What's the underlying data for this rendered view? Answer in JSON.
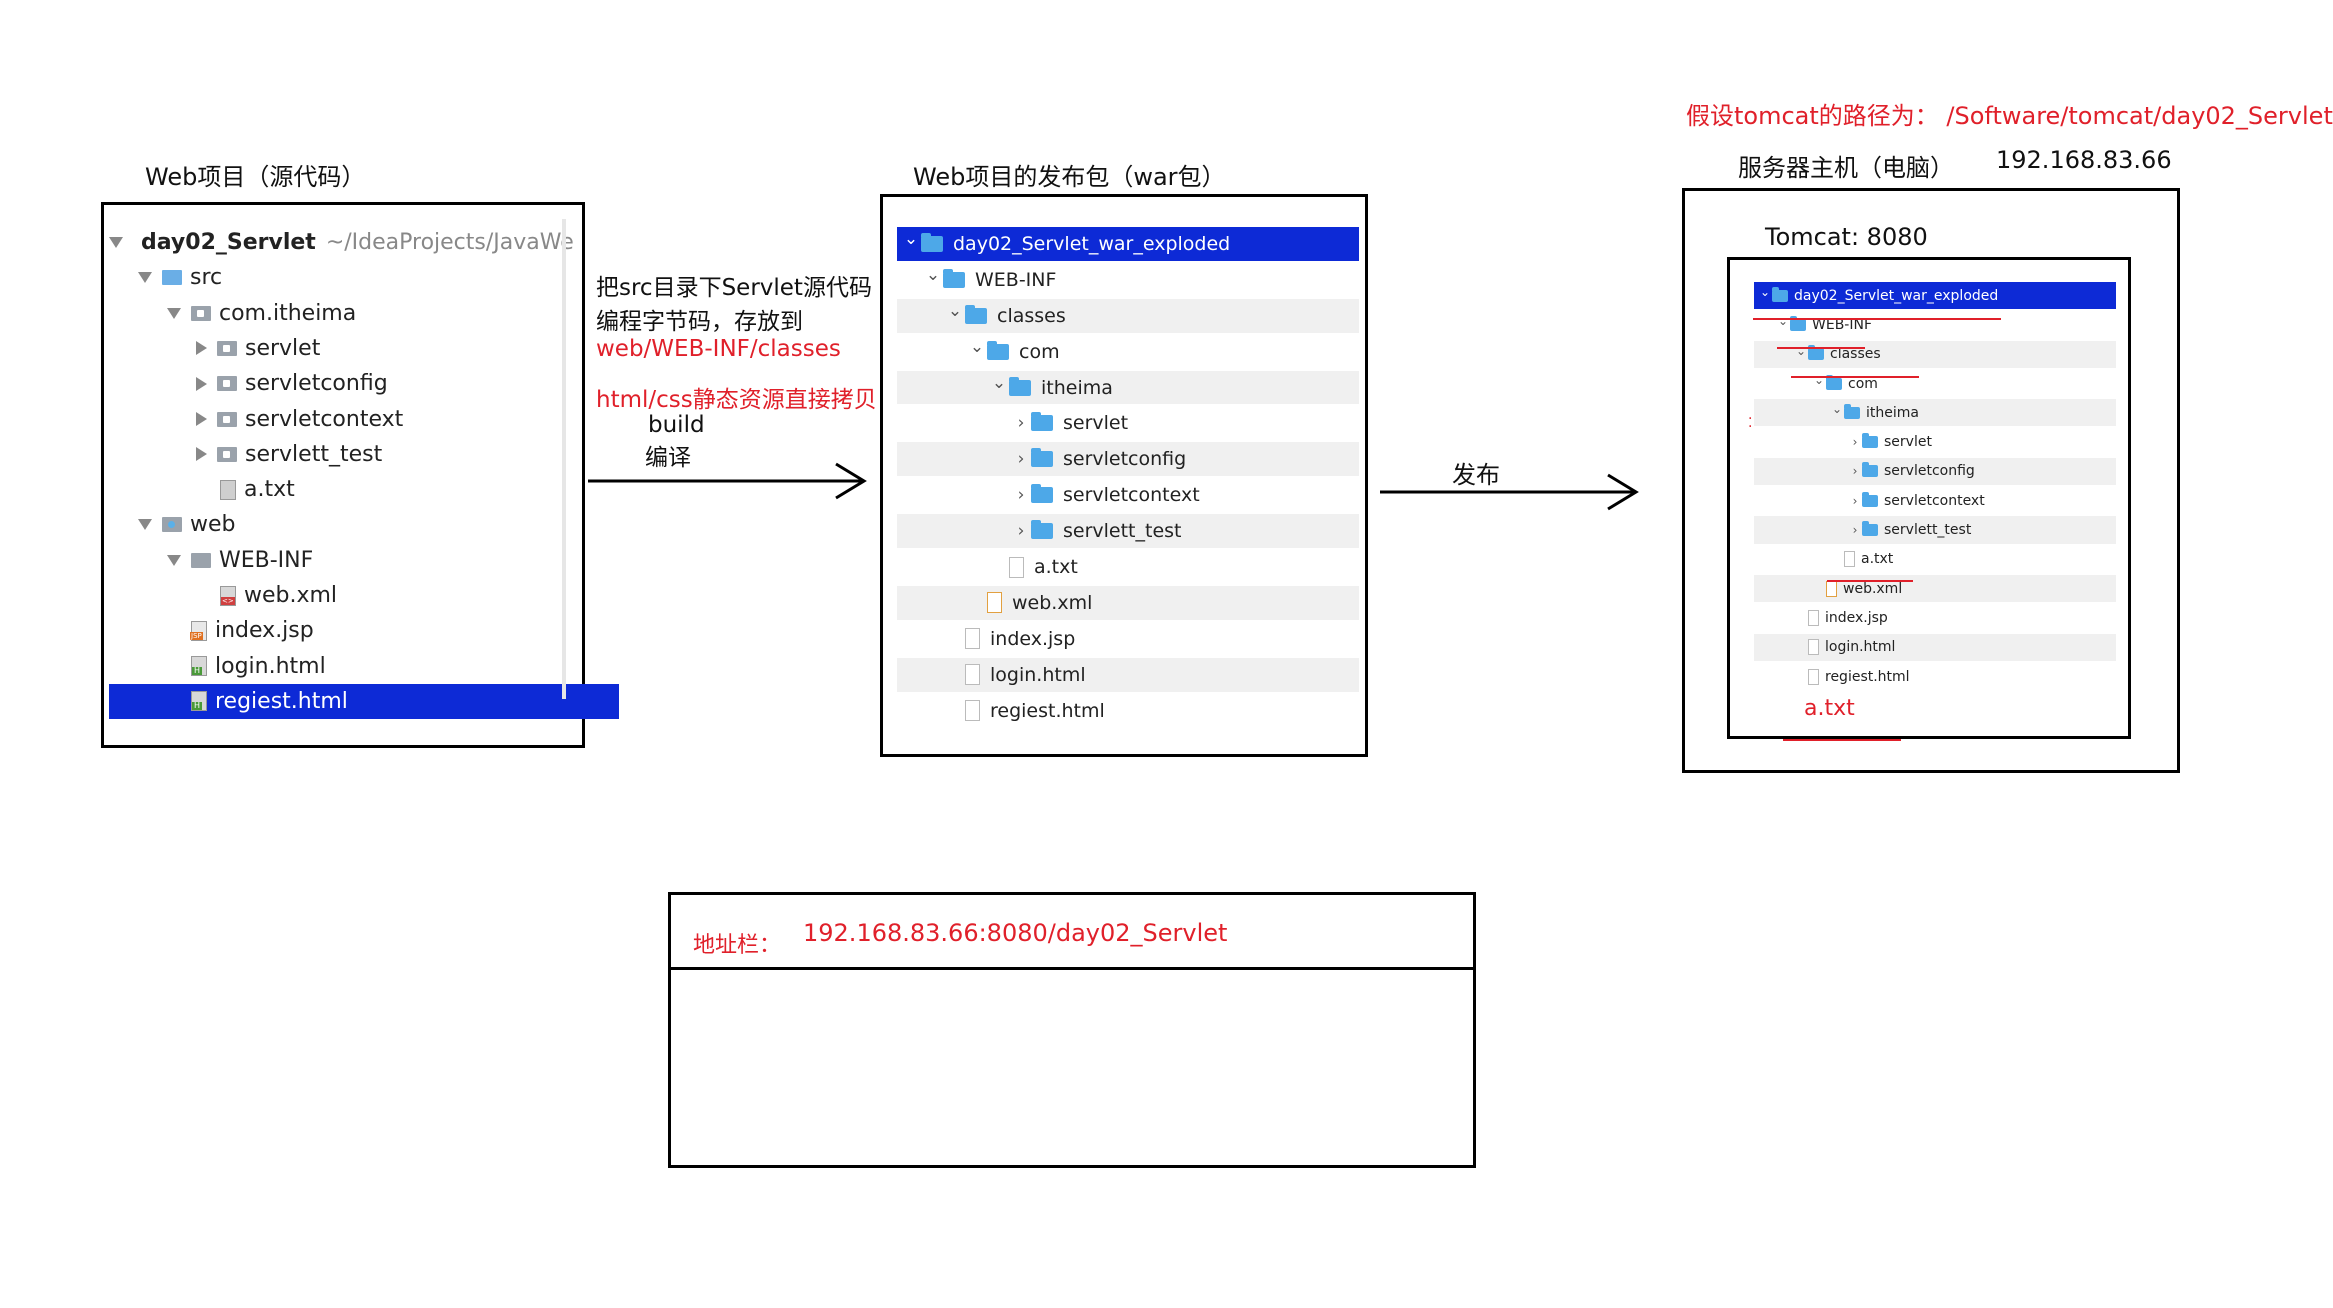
{
  "header_note": "假设tomcat的路径为：  /Software/tomcat/day02_Servlet",
  "panel_source": {
    "caption": "Web项目（源代码）",
    "tree": [
      {
        "label": "day02_Servlet",
        "suffix": "~/IdeaProjects/JavaWe",
        "indent": 0,
        "type": "project",
        "toggle": "down"
      },
      {
        "label": "src",
        "indent": 1,
        "type": "folder-blue",
        "toggle": "down"
      },
      {
        "label": "com.itheima",
        "indent": 2,
        "type": "package",
        "toggle": "down"
      },
      {
        "label": "servlet",
        "indent": 3,
        "type": "package",
        "toggle": "right"
      },
      {
        "label": "servletconfig",
        "indent": 3,
        "type": "package",
        "toggle": "right"
      },
      {
        "label": "servletcontext",
        "indent": 3,
        "type": "package",
        "toggle": "right"
      },
      {
        "label": "servlett_test",
        "indent": 3,
        "type": "package",
        "toggle": "right"
      },
      {
        "label": "a.txt",
        "indent": 3,
        "type": "txt",
        "toggle": "none"
      },
      {
        "label": "web",
        "indent": 1,
        "type": "web",
        "toggle": "down"
      },
      {
        "label": "WEB-INF",
        "indent": 2,
        "type": "folder",
        "toggle": "down"
      },
      {
        "label": "web.xml",
        "indent": 3,
        "type": "xml",
        "toggle": "none"
      },
      {
        "label": "index.jsp",
        "indent": 2,
        "type": "jsp",
        "toggle": "none"
      },
      {
        "label": "login.html",
        "indent": 2,
        "type": "html",
        "toggle": "none"
      },
      {
        "label": "regiest.html",
        "indent": 2,
        "type": "html",
        "toggle": "none",
        "selected": true
      }
    ]
  },
  "build_note": {
    "line1": "把src目录下Servlet源代码",
    "line2": "编程字节码，存放到",
    "line3": "web/WEB-INF/classes",
    "line4": "html/css静态资源直接拷贝",
    "line5": "build",
    "line6": "编译"
  },
  "panel_war": {
    "caption": "Web项目的发布包（war包）",
    "tree": [
      {
        "label": "day02_Servlet_war_exploded",
        "indent": 0,
        "type": "folder",
        "toggle": "v",
        "selected": true
      },
      {
        "label": "WEB-INF",
        "indent": 1,
        "type": "folder",
        "toggle": "v"
      },
      {
        "label": "classes",
        "indent": 2,
        "type": "folder",
        "toggle": "v"
      },
      {
        "label": "com",
        "indent": 3,
        "type": "folder",
        "toggle": "v"
      },
      {
        "label": "itheima",
        "indent": 4,
        "type": "folder",
        "toggle": "v"
      },
      {
        "label": "servlet",
        "indent": 5,
        "type": "folder",
        "toggle": ">"
      },
      {
        "label": "servletconfig",
        "indent": 5,
        "type": "folder",
        "toggle": ">"
      },
      {
        "label": "servletcontext",
        "indent": 5,
        "type": "folder",
        "toggle": ">"
      },
      {
        "label": "servlett_test",
        "indent": 5,
        "type": "folder",
        "toggle": ">"
      },
      {
        "label": "a.txt",
        "indent": 4,
        "type": "file",
        "toggle": ""
      },
      {
        "label": "web.xml",
        "indent": 3,
        "type": "xmlfile",
        "toggle": ""
      },
      {
        "label": "index.jsp",
        "indent": 2,
        "type": "file",
        "toggle": ""
      },
      {
        "label": "login.html",
        "indent": 2,
        "type": "file",
        "toggle": ""
      },
      {
        "label": "regiest.html",
        "indent": 2,
        "type": "file",
        "toggle": ""
      }
    ]
  },
  "publish_label": "发布",
  "panel_server": {
    "caption": "服务器主机（电脑）",
    "ip": "192.168.83.66",
    "tomcat_label": "Tomcat:  8080",
    "extra_file": "a.txt",
    "tree": [
      {
        "label": "day02_Servlet_war_exploded",
        "indent": 0,
        "type": "folder",
        "toggle": "v",
        "selected": true
      },
      {
        "label": "WEB-INF",
        "indent": 1,
        "type": "folder",
        "toggle": "v"
      },
      {
        "label": "classes",
        "indent": 2,
        "type": "folder",
        "toggle": "v"
      },
      {
        "label": "com",
        "indent": 3,
        "type": "folder",
        "toggle": "v"
      },
      {
        "label": "itheima",
        "indent": 4,
        "type": "folder",
        "toggle": "v"
      },
      {
        "label": "servlet",
        "indent": 5,
        "type": "folder",
        "toggle": ">"
      },
      {
        "label": "servletconfig",
        "indent": 5,
        "type": "folder",
        "toggle": ">"
      },
      {
        "label": "servletcontext",
        "indent": 5,
        "type": "folder",
        "toggle": ">"
      },
      {
        "label": "servlett_test",
        "indent": 5,
        "type": "folder",
        "toggle": ">"
      },
      {
        "label": "a.txt",
        "indent": 4,
        "type": "file",
        "toggle": ""
      },
      {
        "label": "web.xml",
        "indent": 3,
        "type": "xmlfile",
        "toggle": ""
      },
      {
        "label": "index.jsp",
        "indent": 2,
        "type": "file",
        "toggle": ""
      },
      {
        "label": "login.html",
        "indent": 2,
        "type": "file",
        "toggle": ""
      },
      {
        "label": "regiest.html",
        "indent": 2,
        "type": "file",
        "toggle": ""
      }
    ]
  },
  "browser": {
    "label": "地址栏：",
    "url": "192.168.83.66:8080/day02_Servlet"
  }
}
